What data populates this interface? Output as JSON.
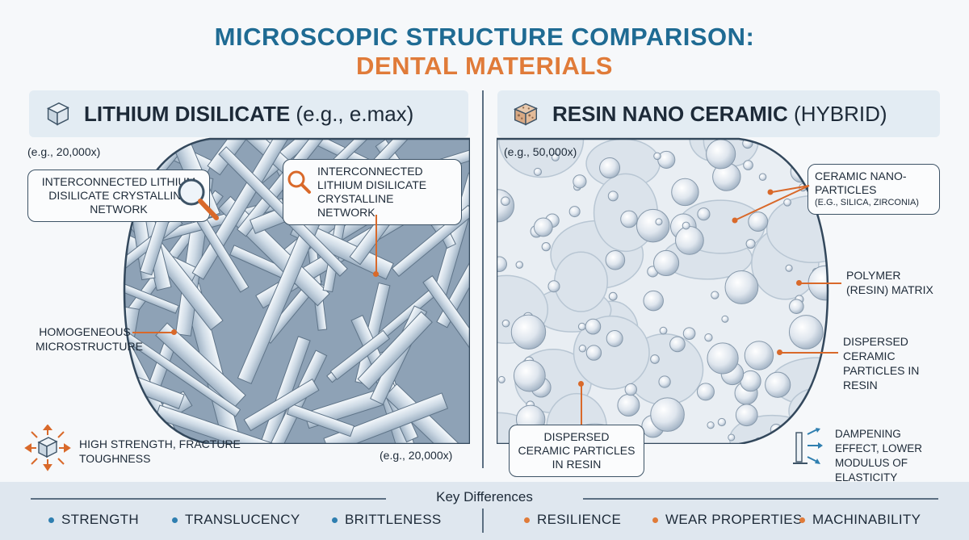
{
  "title": {
    "line1": "MICROSCOPIC STRUCTURE COMPARISON:",
    "line2": "DENTAL MATERIALS"
  },
  "left": {
    "header_bold": "LITHIUM DISILICATE",
    "header_rest": "(e.g., e.max)",
    "magnification_top": "(e.g., 20,000x)",
    "magnification_bottom": "(e.g., 20,000x)",
    "callout_1": "Interconnected lithium disilicate crystalline network",
    "callout_2": "Interconnected lithium disilicate crystalline network",
    "label_homogeneous": "Homogeneous microstructure",
    "feature": "High strength, fracture toughness",
    "icon": "cube-icon"
  },
  "right": {
    "header_bold": "RESIN NANO CERAMIC",
    "header_rest": "(HYBRID)",
    "magnification": "(e.g., 50,000x)",
    "callout_nano_title": "Ceramic nano-particles",
    "callout_nano_sub": "(e.g., silica, zirconia)",
    "label_matrix": "Polymer (resin) matrix",
    "label_dispersed": "Dispersed ceramic particles in resin",
    "callout_dispersed": "Dispersed ceramic particles in resin",
    "feature": "Dampening effect, lower modulus of elasticity",
    "icon": "composite-block-icon"
  },
  "footer": {
    "title": "Key Differences",
    "left_items": [
      "STRENGTH",
      "TRANSLUCENCY",
      "BRITTLENESS"
    ],
    "right_items": [
      "RESILIENCE",
      "WEAR PROPERTIES",
      "MACHINABILITY"
    ]
  },
  "colors": {
    "title_blue": "#1f6b93",
    "title_orange": "#e07b39",
    "leader_orange": "#d9692a",
    "bullet_blue": "#2f7fb0",
    "bullet_orange": "#e07b39"
  }
}
